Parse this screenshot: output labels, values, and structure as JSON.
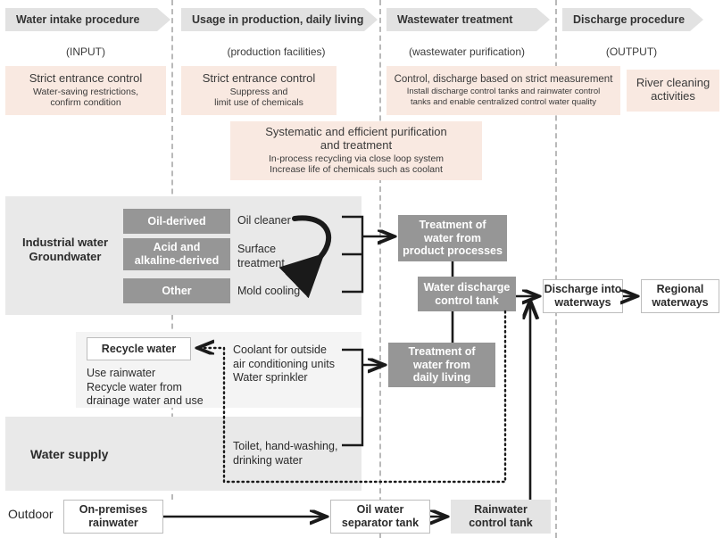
{
  "stages": [
    {
      "id": "intake",
      "title": "Water intake procedure",
      "sub": "(INPUT)"
    },
    {
      "id": "usage",
      "title": "Usage in production, daily living",
      "sub": "(production facilities)"
    },
    {
      "id": "wastewater",
      "title": "Wastewater treatment",
      "sub": "(wastewater purification)"
    },
    {
      "id": "discharge",
      "title": "Discharge procedure",
      "sub": "(OUTPUT)"
    }
  ],
  "notes": [
    {
      "id": "intake-note",
      "title": "Strict entrance control",
      "body": "Water-saving restrictions,\nconfirm condition"
    },
    {
      "id": "usage-note",
      "title": "Strict entrance control",
      "body": "Suppress and\nlimit use of chemicals"
    },
    {
      "id": "wastewater-note",
      "title": "Control, discharge based on strict measurement",
      "body": "Install discharge control tanks and rainwater control\ntanks and enable centralized control water quality"
    },
    {
      "id": "discharge-note",
      "title": "River cleaning\nactivities",
      "body": ""
    },
    {
      "id": "purification-note",
      "title": "Systematic and efficient purification\nand treatment",
      "body": "In-process recycling via close loop system\nIncrease life of chemicals such as coolant"
    }
  ],
  "sources": {
    "label": "Industrial water\nGroundwater",
    "categories": [
      {
        "name": "Oil-derived",
        "use": "Oil cleaner"
      },
      {
        "name": "Acid and\nalkaline-derived",
        "use": "Surface\ntreatment"
      },
      {
        "name": "Other",
        "use": "Mold cooling"
      }
    ]
  },
  "recycle": {
    "box_label": "Recycle water",
    "description": "Use rainwater\nRecycle water from\ndrainage water and use",
    "uses": "Coolant for outside\nair conditioning units\nWater sprinkler"
  },
  "water_supply": {
    "label": "Water supply",
    "uses": "Toilet, hand-washing,\ndrinking water"
  },
  "outdoor": {
    "label": "Outdoor",
    "rainwater_box": "On-premises\nrainwater",
    "separator_tank": "Oil water\nseparator tank",
    "rainwater_tank": "Rainwater\ncontrol tank"
  },
  "treatment": {
    "product": "Treatment of\nwater from\nproduct processes",
    "discharge_tank": "Water discharge\ncontrol tank",
    "daily": "Treatment of\nwater from\ndaily living"
  },
  "discharge_chain": {
    "into_waterways": "Discharge into\nwaterways",
    "regional": "Regional\nwaterways"
  },
  "colors": {
    "stage_header": "#e2e2e2",
    "note_pink": "#f9e9e1",
    "panel_gray": "#e9e9e9",
    "panel_light": "#f4f4f4",
    "box_gray": "#969696",
    "line": "#1a1a1a",
    "separator": "#b9b9b9"
  }
}
